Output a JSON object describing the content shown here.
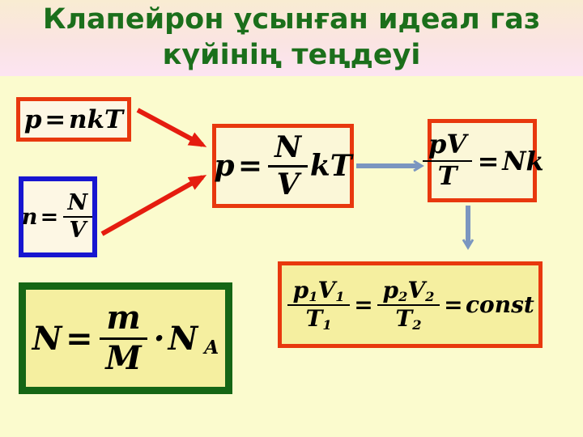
{
  "slide": {
    "title_line1": "Клапейрон ұсынған идеал газ",
    "title_line2": "күйінің теңдеуі"
  },
  "colors": {
    "background": "#fbfbce",
    "header_top": "#f9ecd2",
    "header_mid": "#fae4e2",
    "header_bottom": "#fce4f2",
    "title_green": "#1b6f1b",
    "border_red": "#e8380e",
    "border_blue": "#1716d0",
    "border_green": "#156615",
    "arrow_red": "#e51c0f",
    "arrow_steel": "#7b96c0",
    "fill_cream": "#fdf7e4",
    "fill_pale": "#fbf7d8",
    "fill_deep": "#f5efa0",
    "formula_ink": "#000000"
  },
  "formulas": {
    "pressure_nkt": {
      "lhs": "p",
      "eq": "=",
      "rhs": "nkT"
    },
    "concentration": {
      "lhs": "n",
      "eq": "=",
      "num": "N",
      "den": "V"
    },
    "central": {
      "lhs": "p",
      "eq": "=",
      "num": "N",
      "den": "V",
      "rhs": "kT"
    },
    "state": {
      "num": "pV",
      "den": "T",
      "eq": "=",
      "rhs": "Nk"
    },
    "combined": {
      "n1p": "p",
      "n1ps": "1",
      "n1v": "V",
      "n1vs": "1",
      "d1t": "T",
      "d1ts": "1",
      "eq1": "=",
      "n2p": "p",
      "n2ps": "2",
      "n2v": "V",
      "n2vs": "2",
      "d2t": "T",
      "d2ts": "2",
      "eq2": "=",
      "result": "const"
    },
    "avogadro": {
      "lhs": "N",
      "eq": "=",
      "num": "m",
      "den": "M",
      "dot": "·",
      "rhs": "N",
      "rhs_sub": "A"
    }
  }
}
